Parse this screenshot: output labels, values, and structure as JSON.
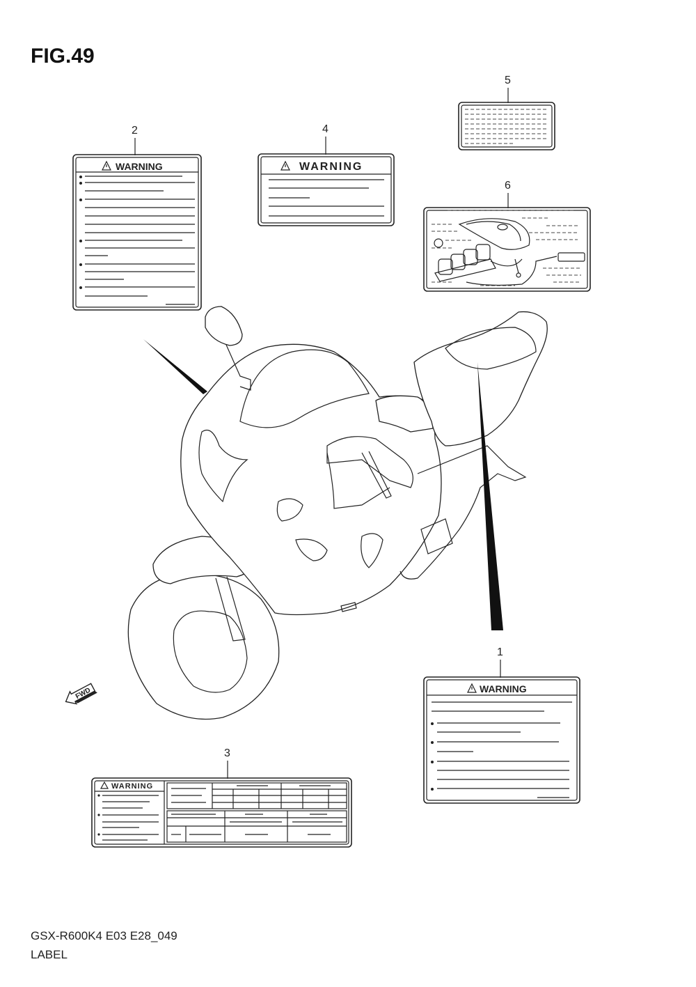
{
  "figure": {
    "title": "FIG.49"
  },
  "labels": [
    {
      "callout": "1",
      "header": "WARNING"
    },
    {
      "callout": "2",
      "header": "WARNING"
    },
    {
      "callout": "3",
      "header": "WARNING"
    },
    {
      "callout": "4",
      "header": "WARNING"
    },
    {
      "callout": "5"
    },
    {
      "callout": "6"
    }
  ],
  "direction_indicator": {
    "text": "FWD"
  },
  "footer": {
    "model_code": "GSX-R600K4 E03 E28_049",
    "section": "LABEL"
  },
  "icons": {
    "warning": "warning-triangle-icon",
    "direction": "fwd-arrow-icon"
  }
}
